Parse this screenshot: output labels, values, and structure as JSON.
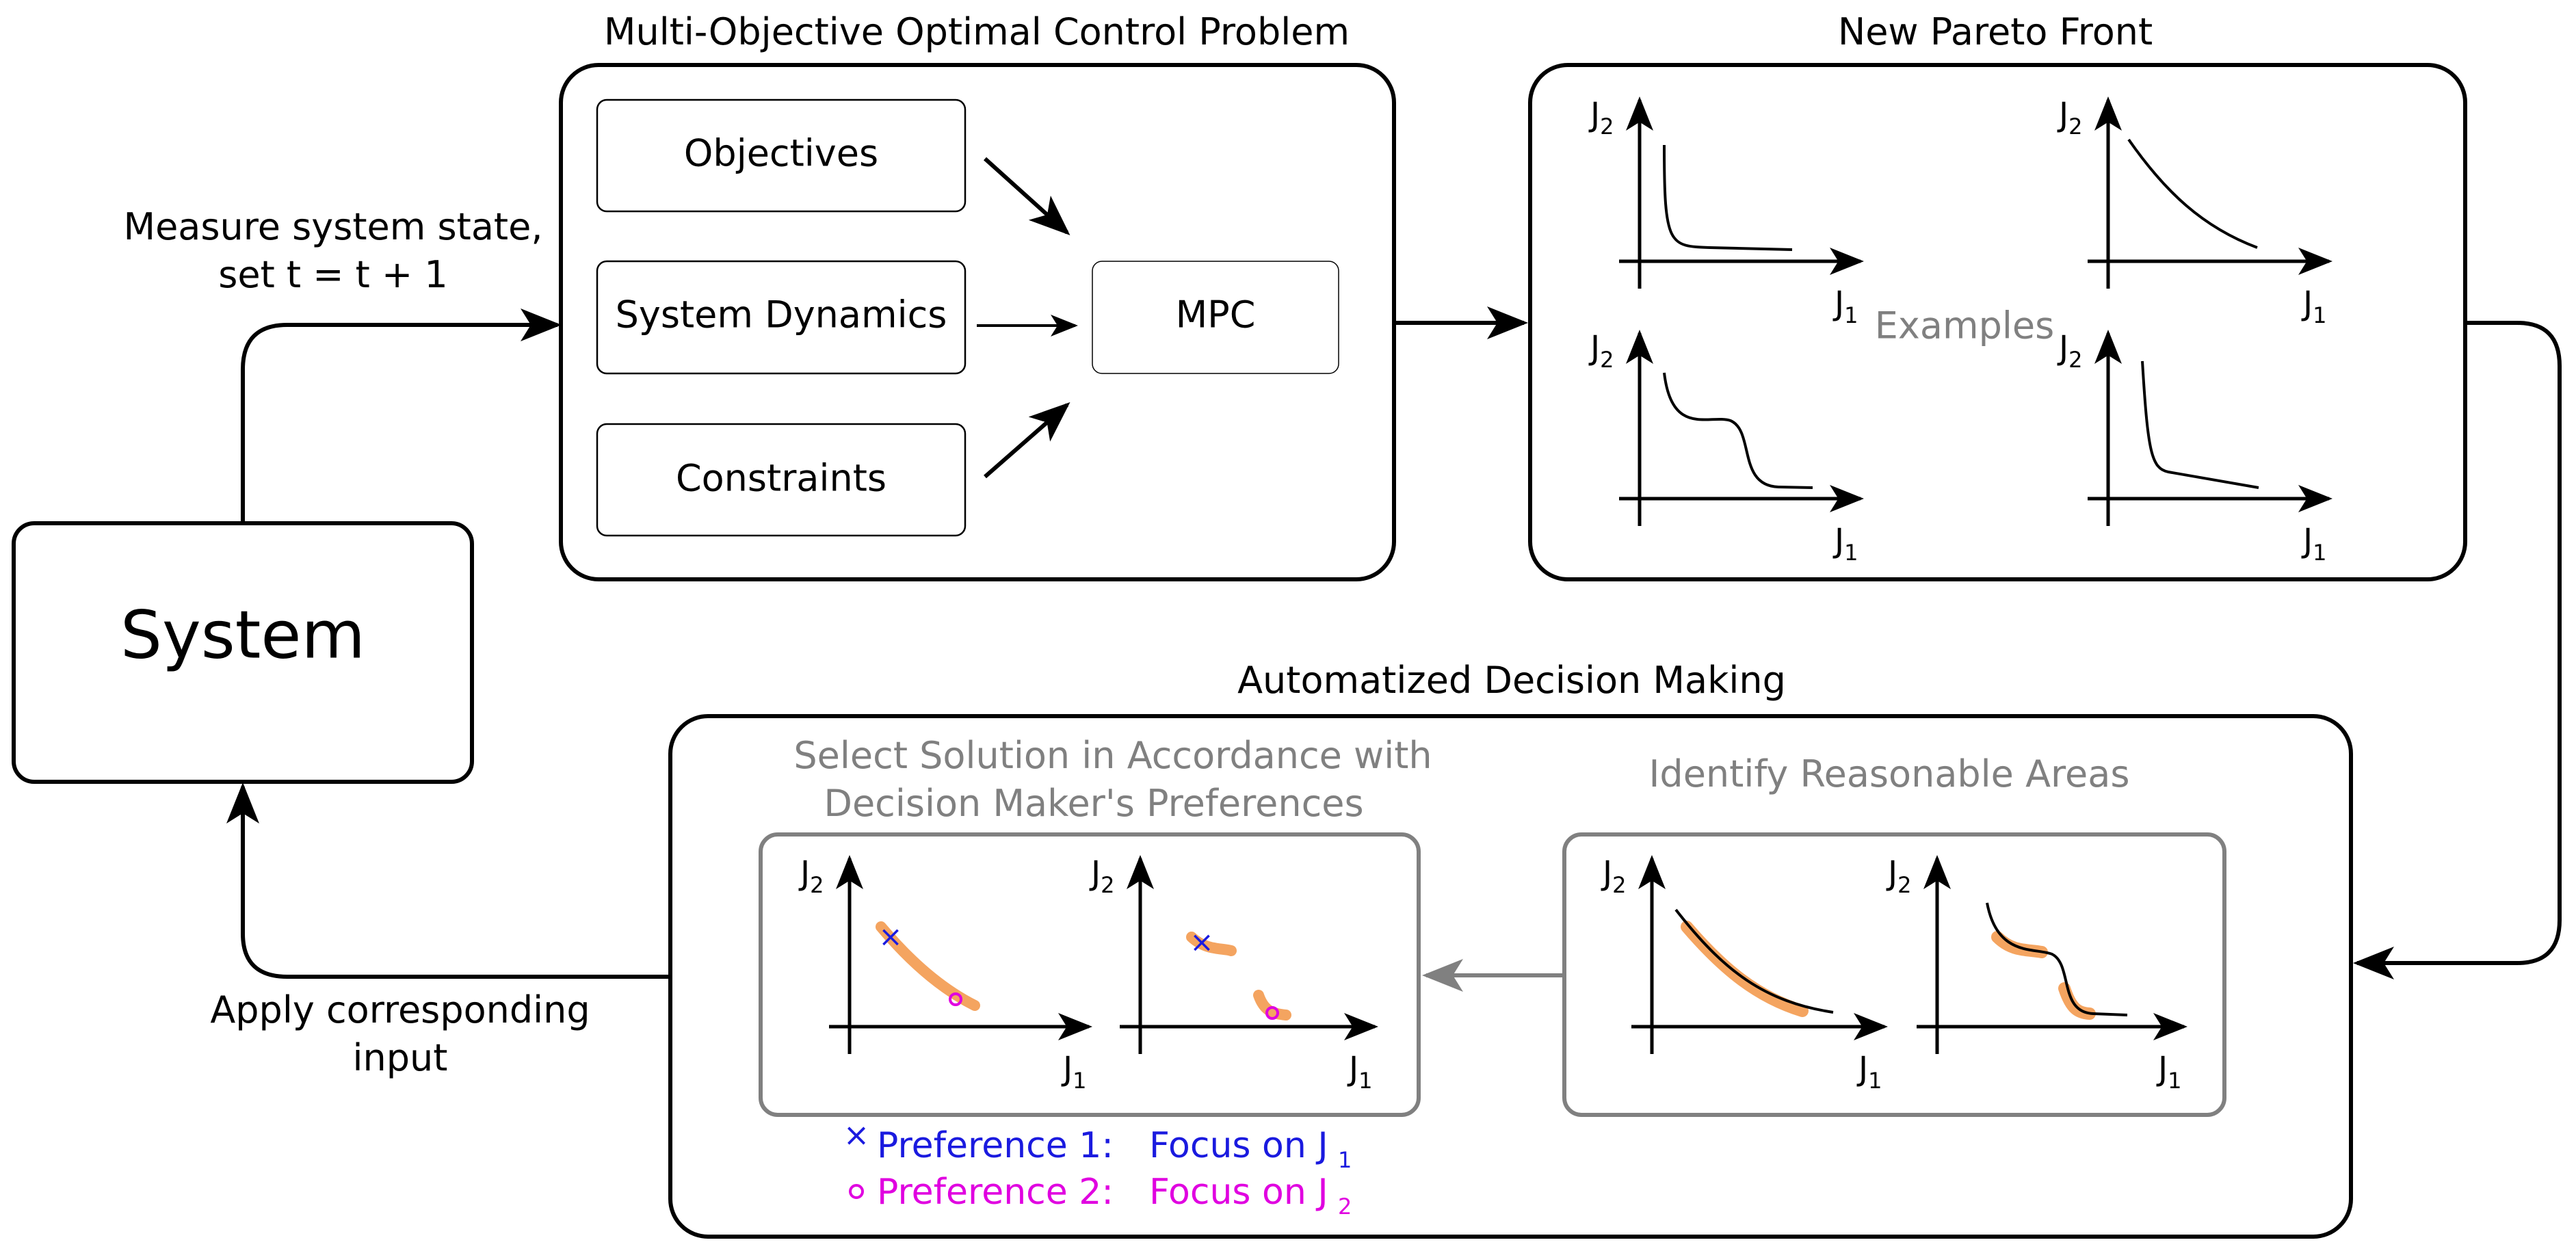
{
  "colors": {
    "ink": "#000000",
    "gray": "#808080",
    "box_fill": "#ffffff",
    "highlight": "#f4a460",
    "pref1": "#1a1adf",
    "pref2": "#e000e0"
  },
  "system": {
    "label": "System"
  },
  "feedback": {
    "measure_line1": "Measure system state,",
    "measure_line2": "set t = t + 1",
    "apply_line1": "Apply corresponding",
    "apply_line2": "input"
  },
  "mocp": {
    "title": "Multi-Objective Optimal Control Problem",
    "objectives": "Objectives",
    "dynamics": "System Dynamics",
    "constraints": "Constraints",
    "mpc": "MPC"
  },
  "pareto": {
    "title": "New Pareto Front",
    "examples": "Examples"
  },
  "decision": {
    "title": "Automatized Decision Making",
    "select_line1": "Select Solution in Accordance with",
    "select_line2": "Decision Maker's Preferences",
    "identify": "Identify Reasonable Areas"
  },
  "axes": {
    "j": "J",
    "sub_x": "1",
    "sub_y": "2"
  },
  "legend": {
    "pref1_marker": "×",
    "pref1_label": "Preference 1:",
    "pref1_focus": "Focus on J",
    "pref1_sub": "1",
    "pref2_marker": "○",
    "pref2_label": "Preference 2:",
    "pref2_focus": "Focus on J",
    "pref2_sub": "2"
  }
}
